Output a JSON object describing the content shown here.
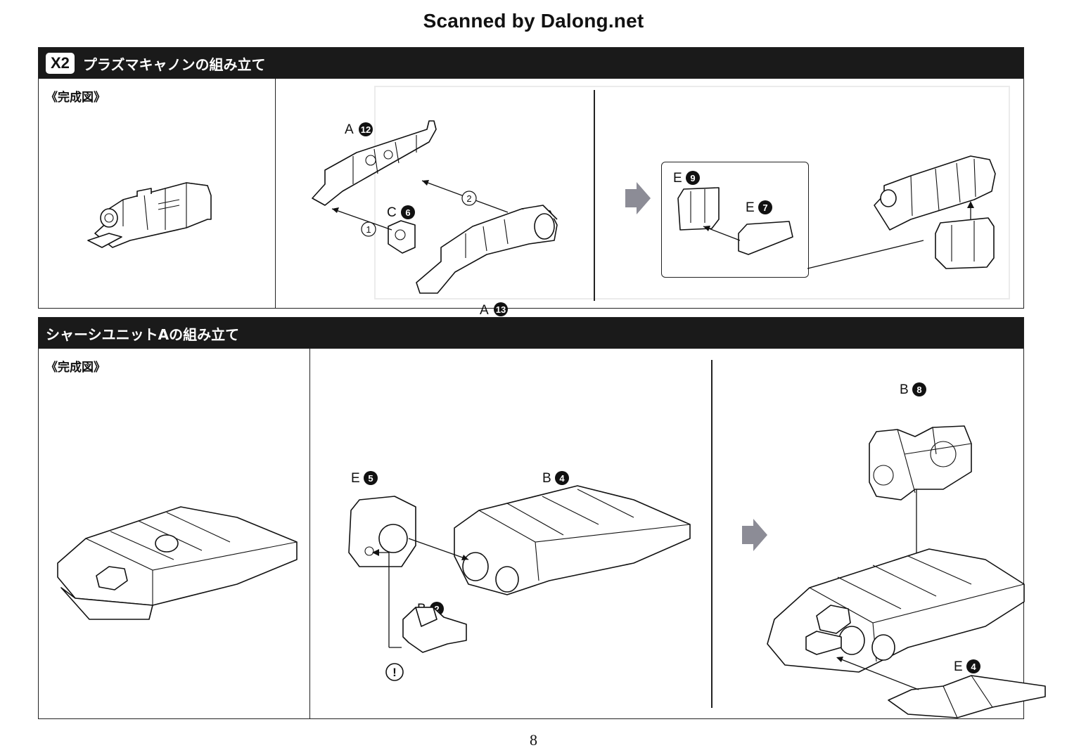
{
  "scan_credit": "Scanned by Dalong.net",
  "page_number": "8",
  "sections": [
    {
      "badge": "X2",
      "title": "プラズマキャノンの組み立て",
      "completed_label": "《完成図》",
      "callouts": {
        "a12": {
          "letter": "A",
          "num": "12"
        },
        "c6": {
          "letter": "C",
          "num": "6"
        },
        "a13": {
          "letter": "A",
          "num": "13"
        },
        "e9": {
          "letter": "E",
          "num": "9"
        },
        "e7": {
          "letter": "E",
          "num": "7"
        }
      },
      "step_markers": [
        "1",
        "2"
      ]
    },
    {
      "title": "シャーシユニットAの組み立て",
      "completed_label": "《完成図》",
      "callouts": {
        "e5": {
          "letter": "E",
          "num": "5"
        },
        "b4": {
          "letter": "B",
          "num": "4"
        },
        "b2": {
          "letter": "B",
          "num": "2"
        },
        "b8": {
          "letter": "B",
          "num": "8"
        },
        "e4": {
          "letter": "E",
          "num": "4"
        }
      },
      "warning_symbol": "!"
    }
  ],
  "colors": {
    "header_bg": "#1a1a1a",
    "arrow_gray": "#8c8c96",
    "line": "#111111"
  }
}
